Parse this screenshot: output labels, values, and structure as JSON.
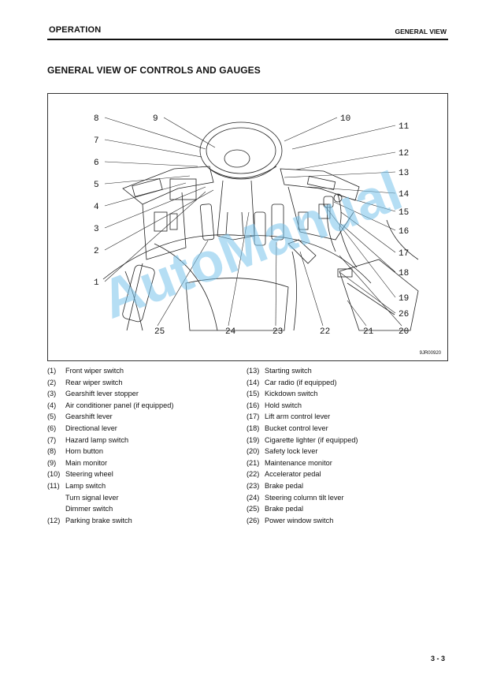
{
  "header": {
    "section": "OPERATION",
    "chapter": "GENERAL VIEW"
  },
  "title": "GENERAL VIEW OF CONTROLS AND GAUGES",
  "figure": {
    "code": "9JR00920",
    "callouts": [
      "1",
      "2",
      "3",
      "4",
      "5",
      "6",
      "7",
      "8",
      "9",
      "10",
      "11",
      "12",
      "13",
      "14",
      "15",
      "16",
      "17",
      "18",
      "19",
      "20",
      "21",
      "22",
      "23",
      "24",
      "25",
      "26"
    ]
  },
  "watermark": "AutoManual",
  "legend_left": [
    {
      "num": "(1)",
      "label": "Front wiper switch"
    },
    {
      "num": "(2)",
      "label": "Rear wiper switch"
    },
    {
      "num": "(3)",
      "label": "Gearshift lever stopper"
    },
    {
      "num": "(4)",
      "label": "Air conditioner panel (if equipped)"
    },
    {
      "num": "(5)",
      "label": "Gearshift lever"
    },
    {
      "num": "(6)",
      "label": "Directional lever"
    },
    {
      "num": "(7)",
      "label": "Hazard lamp switch"
    },
    {
      "num": "(8)",
      "label": "Horn button"
    },
    {
      "num": "(9)",
      "label": "Main monitor"
    },
    {
      "num": "(10)",
      "label": "Steering wheel"
    },
    {
      "num": "(11)",
      "label": "Lamp switch"
    }
  ],
  "legend_left_sub": [
    "Turn signal lever",
    "Dimmer switch"
  ],
  "legend_left_last": {
    "num": "(12)",
    "label": "Parking brake switch"
  },
  "legend_right": [
    {
      "num": "(13)",
      "label": "Starting switch"
    },
    {
      "num": "(14)",
      "label": "Car radio (if equipped)"
    },
    {
      "num": "(15)",
      "label": "Kickdown switch"
    },
    {
      "num": "(16)",
      "label": "Hold switch"
    },
    {
      "num": "(17)",
      "label": "Lift arm control lever"
    },
    {
      "num": "(18)",
      "label": "Bucket control lever"
    },
    {
      "num": "(19)",
      "label": "Cigarette lighter (if equipped)"
    },
    {
      "num": "(20)",
      "label": "Safety lock lever"
    },
    {
      "num": "(21)",
      "label": "Maintenance monitor"
    },
    {
      "num": "(22)",
      "label": "Accelerator pedal"
    },
    {
      "num": "(23)",
      "label": "Brake pedal"
    },
    {
      "num": "(24)",
      "label": "Steering column tilt lever"
    },
    {
      "num": "(25)",
      "label": "Brake pedal"
    },
    {
      "num": "(26)",
      "label": "Power window switch"
    }
  ],
  "page_number": "3 - 3"
}
